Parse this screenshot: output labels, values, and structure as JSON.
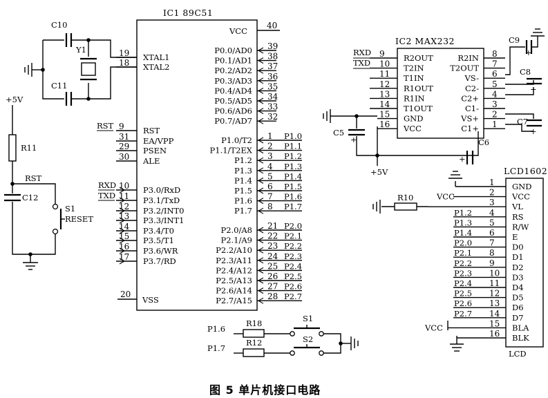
{
  "caption": "图 5   单片机接口电路",
  "ic1": {
    "title": "IC1  89C51",
    "vcc_label": "VCC",
    "vcc_pin": "40",
    "vss_label": "VSS",
    "vss_pin": "20",
    "left_pins": [
      {
        "name": "XTAL1",
        "pin": "19"
      },
      {
        "name": "XTAL2",
        "pin": "18"
      },
      {
        "name": "RST",
        "pin": "9"
      },
      {
        "name": "EA/VPP",
        "pin": "31"
      },
      {
        "name": "PSEN",
        "pin": "29"
      },
      {
        "name": "ALE",
        "pin": "30"
      },
      {
        "name": "P3.0/RxD",
        "pin": "10"
      },
      {
        "name": "P3.1/TxD",
        "pin": "11"
      },
      {
        "name": "P3.2/INT0",
        "pin": "12"
      },
      {
        "name": "P3.3/INT1",
        "pin": "13"
      },
      {
        "name": "P3.4/T0",
        "pin": "14"
      },
      {
        "name": "P3.5/T1",
        "pin": "15"
      },
      {
        "name": "P3.6/WR",
        "pin": "16"
      },
      {
        "name": "P3.7/RD",
        "pin": "17"
      }
    ],
    "port0": [
      {
        "name": "P0.0/AD0",
        "pin": "39"
      },
      {
        "name": "P0.1/AD1",
        "pin": "38"
      },
      {
        "name": "P0.2/AD2",
        "pin": "37"
      },
      {
        "name": "P0.3/AD3",
        "pin": "36"
      },
      {
        "name": "P0.4/AD4",
        "pin": "35"
      },
      {
        "name": "P0.5/AD5",
        "pin": "34"
      },
      {
        "name": "P0.6/AD6",
        "pin": "33"
      },
      {
        "name": "P0.7/AD7",
        "pin": "32"
      }
    ],
    "port1": [
      {
        "name": "P1.0/T2",
        "pin": "1",
        "net": "P1.0"
      },
      {
        "name": "P1.1/T2EX",
        "pin": "2",
        "net": "P1.1"
      },
      {
        "name": "P1.2",
        "pin": "3",
        "net": "P1.2"
      },
      {
        "name": "P1.3",
        "pin": "4",
        "net": "P1.3"
      },
      {
        "name": "P1.4",
        "pin": "5",
        "net": "P1.4"
      },
      {
        "name": "P1.5",
        "pin": "6",
        "net": "P1.5"
      },
      {
        "name": "P1.6",
        "pin": "7",
        "net": "P1.6"
      },
      {
        "name": "P1.7",
        "pin": "8",
        "net": "P1.7"
      }
    ],
    "port2": [
      {
        "name": "P2.0/A8",
        "pin": "21",
        "net": "P2.0"
      },
      {
        "name": "P2.1/A9",
        "pin": "22",
        "net": "P2.1"
      },
      {
        "name": "P2.2/A10",
        "pin": "23",
        "net": "P2.2"
      },
      {
        "name": "P2.3/A11",
        "pin": "24",
        "net": "P2.3"
      },
      {
        "name": "P2.4/A12",
        "pin": "25",
        "net": "P2.4"
      },
      {
        "name": "P2.5/A13",
        "pin": "26",
        "net": "P2.5"
      },
      {
        "name": "P2.6/A14",
        "pin": "27",
        "net": "P2.6"
      },
      {
        "name": "P2.7/A15",
        "pin": "28",
        "net": "P2.7"
      }
    ],
    "nets": {
      "rst": "RST",
      "rxd": "RXD",
      "txd": "TXD"
    }
  },
  "ic2": {
    "title": "IC2  MAX232",
    "left_pins": [
      {
        "name": "R2OUT",
        "pin": "9"
      },
      {
        "name": "T2IN",
        "pin": "10"
      },
      {
        "name": "T1IN",
        "pin": "11"
      },
      {
        "name": "R1OUT",
        "pin": "12"
      },
      {
        "name": "R1IN",
        "pin": "13"
      },
      {
        "name": "T1OUT",
        "pin": "14"
      },
      {
        "name": "GND",
        "pin": "15"
      },
      {
        "name": "VCC",
        "pin": "16"
      }
    ],
    "right_pins": [
      {
        "name": "R2IN",
        "pin": "8"
      },
      {
        "name": "T2OUT",
        "pin": "7"
      },
      {
        "name": "VS-",
        "pin": "6"
      },
      {
        "name": "C2-",
        "pin": "5"
      },
      {
        "name": "C2+",
        "pin": "4"
      },
      {
        "name": "C1-",
        "pin": "3"
      },
      {
        "name": "VS+",
        "pin": "2"
      },
      {
        "name": "C1+",
        "pin": "1"
      }
    ],
    "nets": {
      "rxd": "RXD",
      "txd": "TXD",
      "supply": "+5V"
    }
  },
  "lcd": {
    "title": "LCD1602",
    "footer": "LCD",
    "pins": [
      {
        "name": "GND",
        "pin": "1",
        "net": ""
      },
      {
        "name": "VCC",
        "pin": "2",
        "net": "VCC"
      },
      {
        "name": "VL",
        "pin": "3",
        "net": ""
      },
      {
        "name": "RS",
        "pin": "4",
        "net": "P1.2"
      },
      {
        "name": "R/W",
        "pin": "5",
        "net": "P1.3"
      },
      {
        "name": "E",
        "pin": "6",
        "net": "P1.4"
      },
      {
        "name": "D0",
        "pin": "7",
        "net": "P2.0"
      },
      {
        "name": "D1",
        "pin": "8",
        "net": "P2.1"
      },
      {
        "name": "D2",
        "pin": "9",
        "net": "P2.2"
      },
      {
        "name": "D3",
        "pin": "10",
        "net": "P2.3"
      },
      {
        "name": "D4",
        "pin": "11",
        "net": "P2.4"
      },
      {
        "name": "D5",
        "pin": "12",
        "net": "P2.5"
      },
      {
        "name": "D6",
        "pin": "13",
        "net": "P2.6"
      },
      {
        "name": "D7",
        "pin": "14",
        "net": "P2.7"
      },
      {
        "name": "BLA",
        "pin": "15",
        "net": "VCC"
      },
      {
        "name": "BLK",
        "pin": "16",
        "net": ""
      }
    ]
  },
  "components": {
    "c10": "C10",
    "c11": "C11",
    "y1": "Y1",
    "c12": "C12",
    "r11": "R11",
    "s1": "S1",
    "reset": "RESET",
    "plus5v": "+5V",
    "rst_net": "RST",
    "c5": "C5",
    "c6": "C6",
    "c7": "C7",
    "c8": "C8",
    "c9": "C9",
    "plus5v_b": "+5V",
    "r10": "R10",
    "r18": "R18",
    "r12": "R12",
    "s1b": "S1",
    "s2": "S2",
    "p16": "P1.6",
    "p17": "P1.7",
    "plus": "+"
  }
}
